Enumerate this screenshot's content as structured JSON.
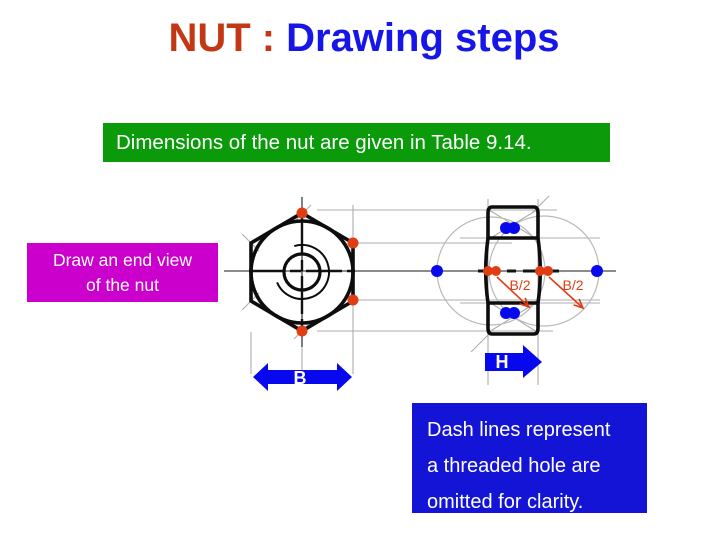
{
  "title": {
    "red_part": "NUT :",
    "blue_part": "Drawing steps"
  },
  "banner": {
    "text": "Dimensions of the nut are given in Table 9.14."
  },
  "magenta_callout": {
    "line1": "Draw an end view",
    "line2": "of the nut"
  },
  "blue_callout": {
    "line1": "Dash lines represent",
    "line2": "a threaded hole are",
    "line3": "omitted for clarity."
  },
  "drawing": {
    "dim_width_label": "B",
    "dim_height_label": "H",
    "radius_label_left": "B/2",
    "radius_label_right": "B/2"
  },
  "colors": {
    "title_red": "#c23815",
    "title_blue": "#1616e8",
    "banner_green": "#0a9a0a",
    "magenta": "#cc00cc",
    "callout_blue": "#1414d6",
    "accent_blue": "#0808ee",
    "accent_red": "#df3e14"
  }
}
